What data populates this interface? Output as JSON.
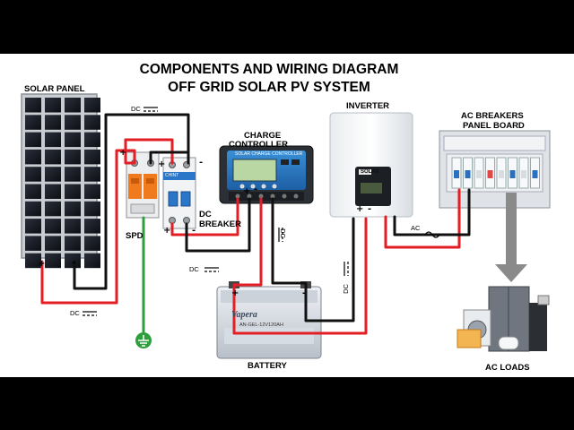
{
  "title": {
    "line1": "COMPONENTS AND WIRING DIAGRAM",
    "line2": "OFF GRID SOLAR PV SYSTEM"
  },
  "components": {
    "solar_panel": "SOLAR PANEL",
    "charge_controller_1": "CHARGE",
    "charge_controller_2": "CONTROLLER",
    "inverter": "INVERTER",
    "ac_breakers_1": "AC BREAKERS",
    "ac_breakers_2": "PANEL BOARD",
    "spd": "SPD",
    "dc_breaker_1": "DC",
    "dc_breaker_2": "BREAKER",
    "battery": "BATTERY",
    "ac_loads": "AC LOADS"
  },
  "device_text": {
    "controller_panel": "SOLAR CHARGE CONTROLLER",
    "inverter_brand": "SOLAX",
    "battery_brand": "Vapera",
    "battery_model": "AN-GEL-12V120AH",
    "breaker_brand": "CHINT"
  },
  "wire_labels": {
    "dc": "DC",
    "ac": "AC"
  },
  "polarity": {
    "plus": "+",
    "minus": "-"
  },
  "colors": {
    "positive_wire": "#e41e25",
    "negative_wire": "#111111",
    "ground_wire": "#2e9e3f",
    "arrow": "#8a8a8a"
  }
}
